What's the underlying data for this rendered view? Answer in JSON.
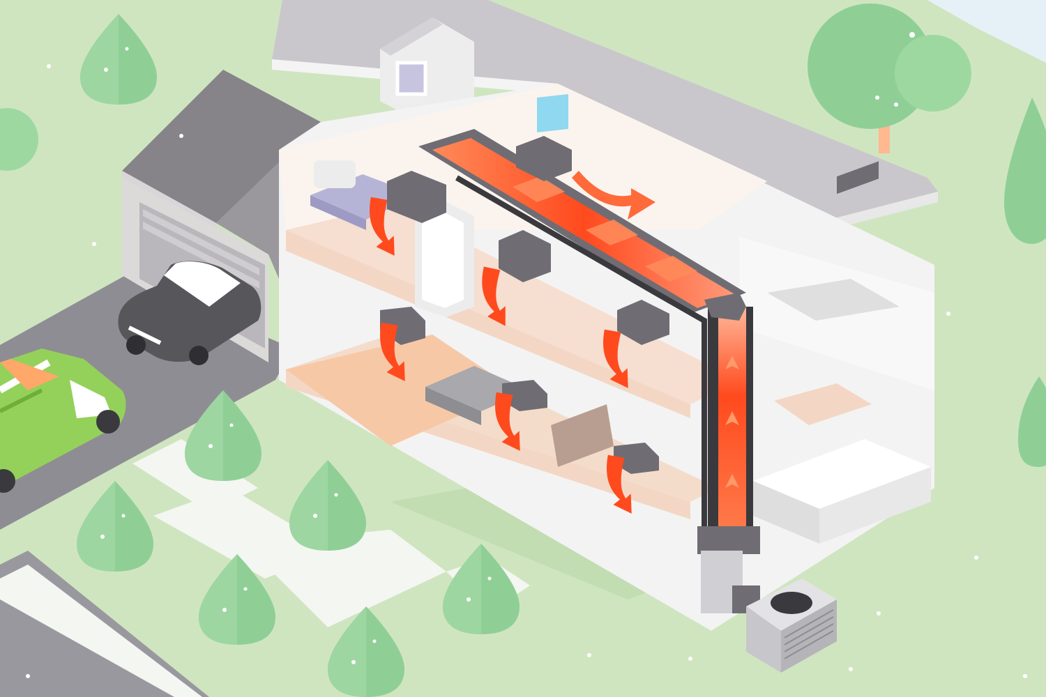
{
  "diagram": {
    "subject": "forced-air-hvac-house-cutaway",
    "colors": {
      "lawn": "#cfe5c0",
      "lawn_dark": "#b9d9a8",
      "sky": "#e6f1f7",
      "road": "#8f8d94",
      "sidewalk": "#f4f6f1",
      "roof": "#c9c7cc",
      "roof_dark": "#858288",
      "wall": "#f2f2f2",
      "floor_wood": "#f3d7c4",
      "duct_gray": "#6f6d73",
      "duct_dark": "#3a393d",
      "heat_orange": "#ff5a2a",
      "heat_light": "#ff9a6a",
      "tree_green": "#8fcf96",
      "tree_trunk": "#ffb890",
      "van_green": "#94d15a",
      "car_dark": "#55555a"
    },
    "icons": [
      "tree-icon",
      "car-icon",
      "service-van-icon",
      "ac-condenser-icon",
      "furnace-icon",
      "supply-vent-icon",
      "airflow-arrow-icon"
    ],
    "airflow_arrows": 10,
    "supply_vents": 8
  }
}
